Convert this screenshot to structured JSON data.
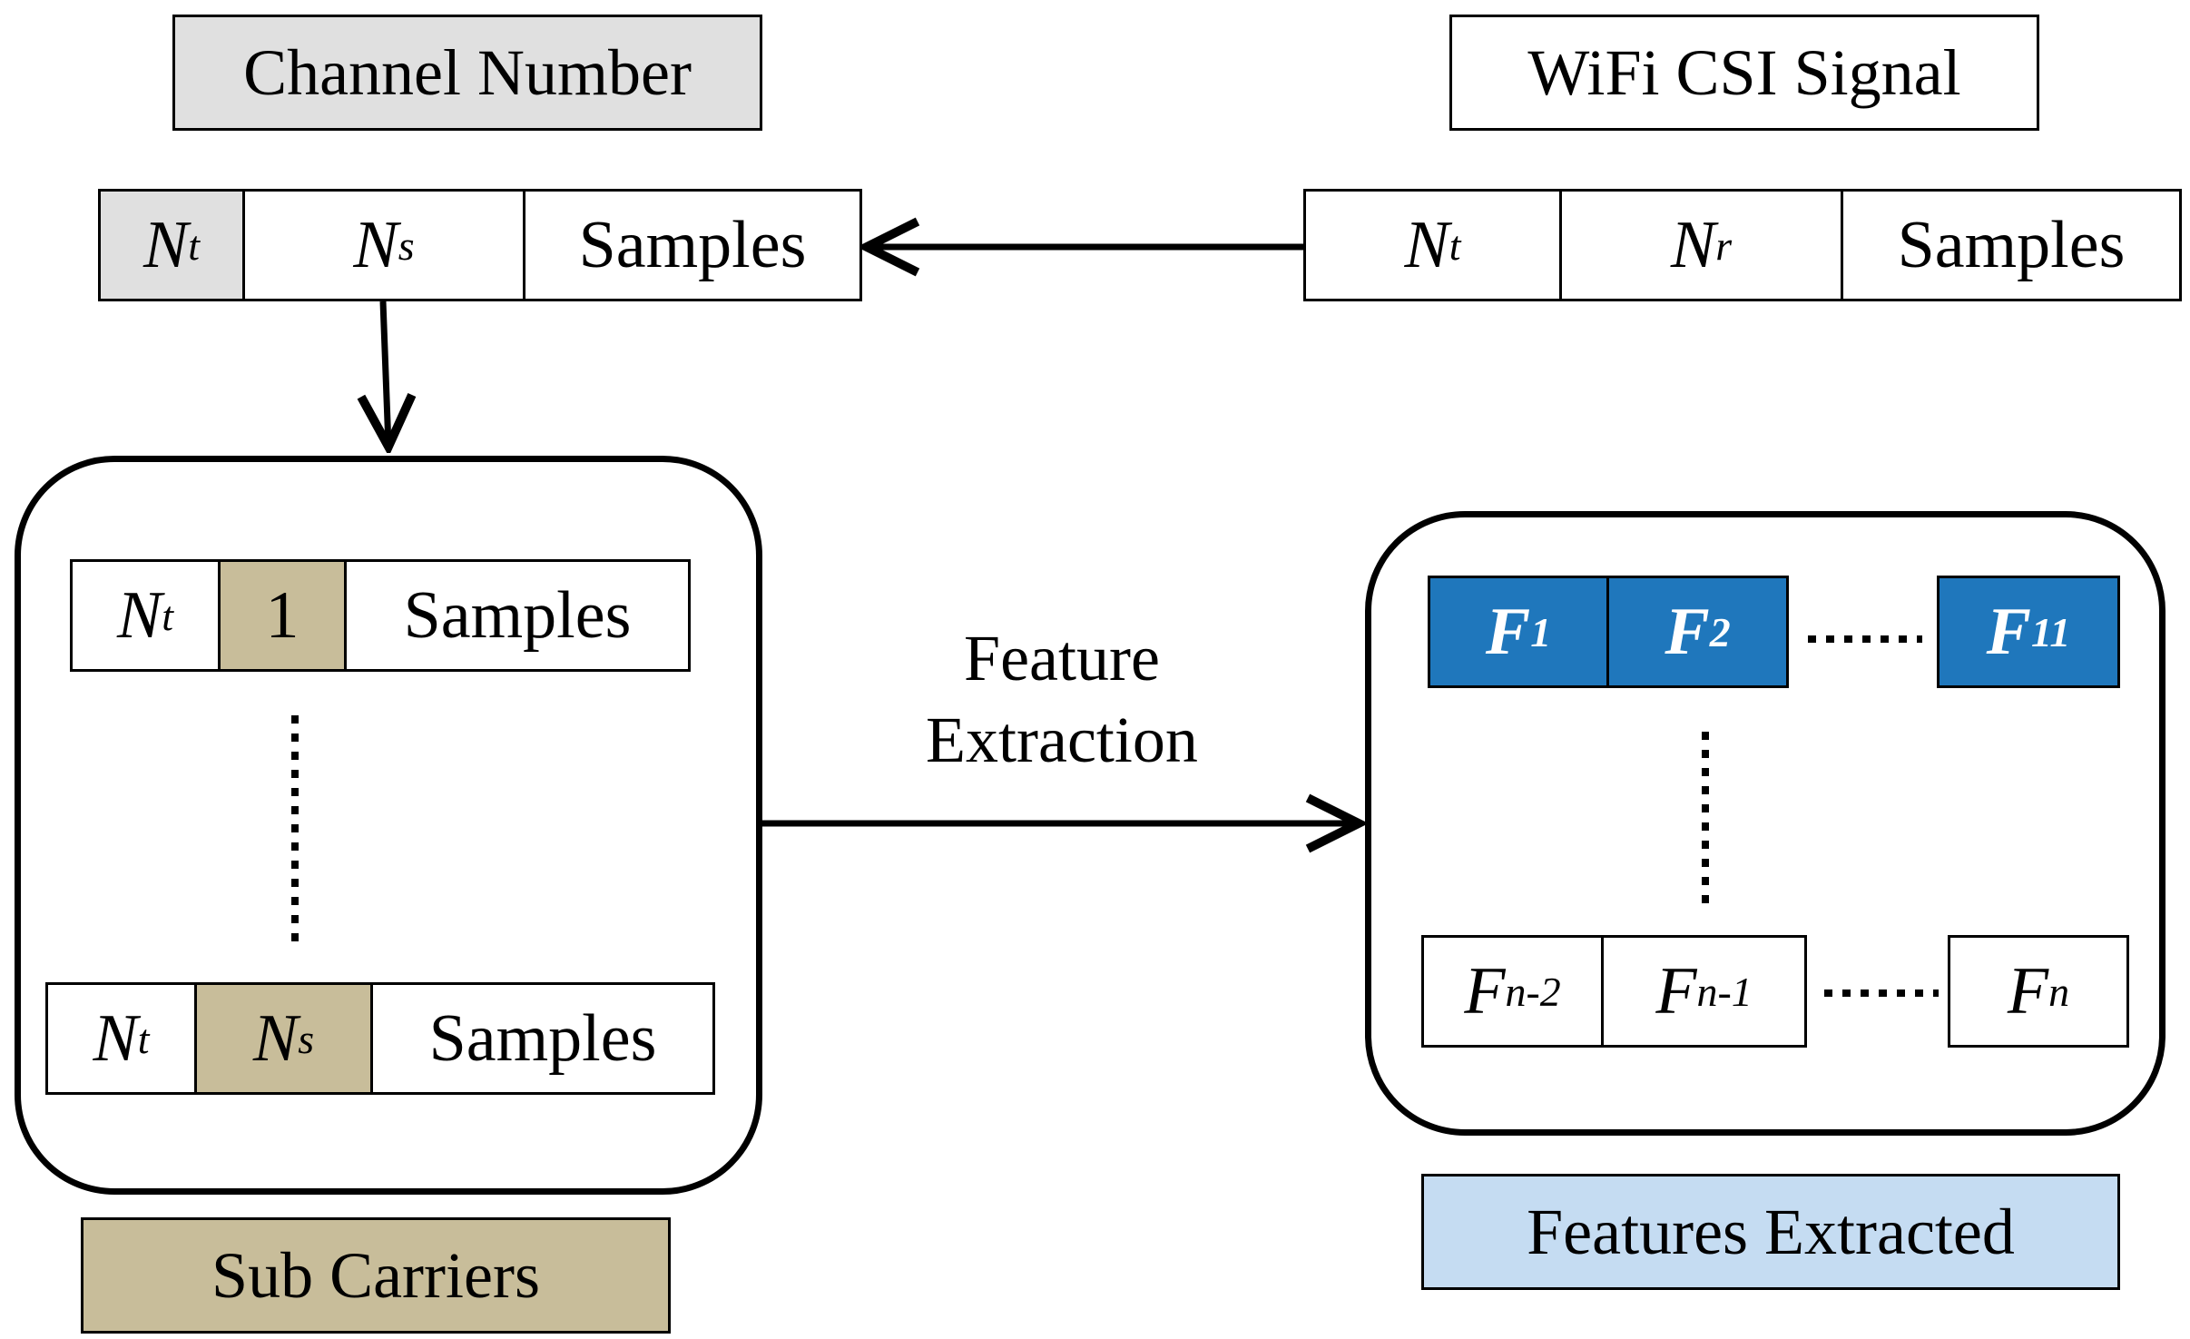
{
  "labels": {
    "channel_number": "Channel Number",
    "wifi_csi_signal": "WiFi CSI Signal",
    "sub_carriers": "Sub Carriers",
    "features_extracted": "Features Extracted",
    "feature_extraction_1": "Feature",
    "feature_extraction_2": "Extraction"
  },
  "top_left_row": {
    "nt": "N",
    "nt_sub": "t",
    "ns": "N",
    "ns_sub": "s",
    "samples": "Samples"
  },
  "top_right_row": {
    "nt": "N",
    "nt_sub": "t",
    "nr": "N",
    "nr_sub": "r",
    "samples": "Samples"
  },
  "sub_first_row": {
    "nt": "N",
    "nt_sub": "t",
    "index": "1",
    "samples": "Samples"
  },
  "sub_last_row": {
    "nt": "N",
    "nt_sub": "t",
    "ns": "N",
    "ns_sub": "s",
    "samples": "Samples"
  },
  "feat_first_row": {
    "f1": "F",
    "f1_sub": "1",
    "f2": "F",
    "f2_sub": "2",
    "f11": "F",
    "f11_sub": "11"
  },
  "feat_last_row": {
    "fn2": "F",
    "fn2_sub": "n-2",
    "fn1": "F",
    "fn1_sub": "n-1",
    "fn": "F",
    "fn_sub": "n"
  },
  "colors": {
    "gray": "#e0e0e0",
    "tan": "#c8bd9a",
    "blue": "#1f77bc",
    "light_blue": "#c5dcf2"
  }
}
